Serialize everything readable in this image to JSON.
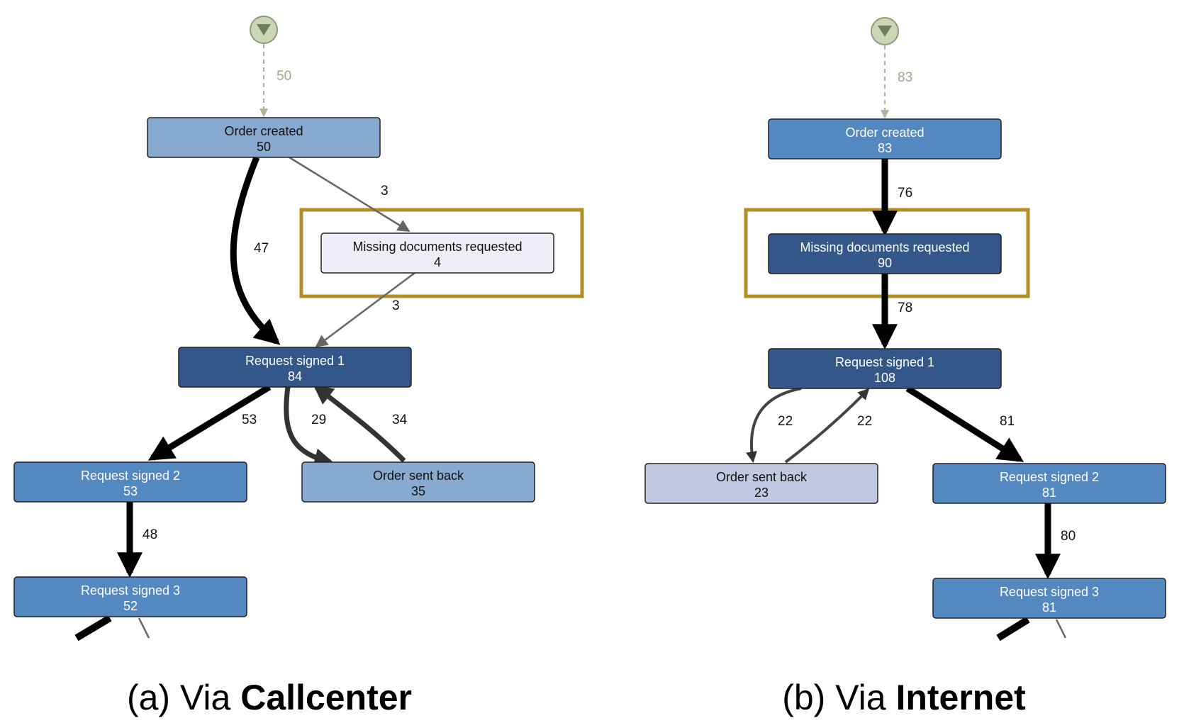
{
  "panels": [
    {
      "id": "callcenter",
      "caption_prefix": "(a) Via ",
      "caption_bold": "Callcenter",
      "start_count": "50",
      "nodes": [
        {
          "key": "order-created",
          "label": "Order created",
          "count": "50",
          "fill": "#88a9d0",
          "text": "#111111"
        },
        {
          "key": "missing-docs",
          "label": "Missing documents requested",
          "count": "4",
          "fill": "#efedf5",
          "text": "#111111"
        },
        {
          "key": "request-signed-1",
          "label": "Request signed 1",
          "count": "84",
          "fill": "#335788",
          "text": "#ffffff"
        },
        {
          "key": "request-signed-2",
          "label": "Request signed 2",
          "count": "53",
          "fill": "#5388c0",
          "text": "#ffffff"
        },
        {
          "key": "order-sent-back",
          "label": "Order sent back",
          "count": "35",
          "fill": "#88a9d0",
          "text": "#111111"
        },
        {
          "key": "request-signed-3",
          "label": "Request signed 3",
          "count": "52",
          "fill": "#5388c0",
          "text": "#ffffff"
        }
      ],
      "edges": [
        {
          "from": "order-created",
          "to": "request-signed-1",
          "value": "47"
        },
        {
          "from": "order-created",
          "to": "missing-docs",
          "value": "3"
        },
        {
          "from": "missing-docs",
          "to": "request-signed-1",
          "value": "3"
        },
        {
          "from": "request-signed-1",
          "to": "request-signed-2",
          "value": "53"
        },
        {
          "from": "request-signed-1",
          "to": "order-sent-back",
          "value": "29"
        },
        {
          "from": "order-sent-back",
          "to": "request-signed-1",
          "value": "34"
        },
        {
          "from": "request-signed-2",
          "to": "request-signed-3",
          "value": "48"
        }
      ]
    },
    {
      "id": "internet",
      "caption_prefix": "(b) Via ",
      "caption_bold": "Internet",
      "start_count": "83",
      "nodes": [
        {
          "key": "order-created",
          "label": "Order created",
          "count": "83",
          "fill": "#5388c0",
          "text": "#ffffff"
        },
        {
          "key": "missing-docs",
          "label": "Missing documents requested",
          "count": "90",
          "fill": "#335788",
          "text": "#ffffff"
        },
        {
          "key": "request-signed-1",
          "label": "Request signed 1",
          "count": "108",
          "fill": "#335788",
          "text": "#ffffff"
        },
        {
          "key": "order-sent-back",
          "label": "Order sent back",
          "count": "23",
          "fill": "#c0c8e2",
          "text": "#111111"
        },
        {
          "key": "request-signed-2",
          "label": "Request signed 2",
          "count": "81",
          "fill": "#5388c0",
          "text": "#ffffff"
        },
        {
          "key": "request-signed-3",
          "label": "Request signed 3",
          "count": "81",
          "fill": "#5388c0",
          "text": "#ffffff"
        }
      ],
      "edges": [
        {
          "from": "order-created",
          "to": "missing-docs",
          "value": "76"
        },
        {
          "from": "missing-docs",
          "to": "request-signed-1",
          "value": "78"
        },
        {
          "from": "request-signed-1",
          "to": "order-sent-back",
          "value": "22"
        },
        {
          "from": "order-sent-back",
          "to": "request-signed-1",
          "value": "22"
        },
        {
          "from": "request-signed-1",
          "to": "request-signed-2",
          "value": "81"
        },
        {
          "from": "request-signed-2",
          "to": "request-signed-3",
          "value": "80"
        }
      ]
    }
  ],
  "colors": {
    "highlight_box": "#b38f26",
    "start_fill": "#cbd6b6",
    "start_stroke": "#8e9b7a",
    "node_stroke": "#222222"
  }
}
